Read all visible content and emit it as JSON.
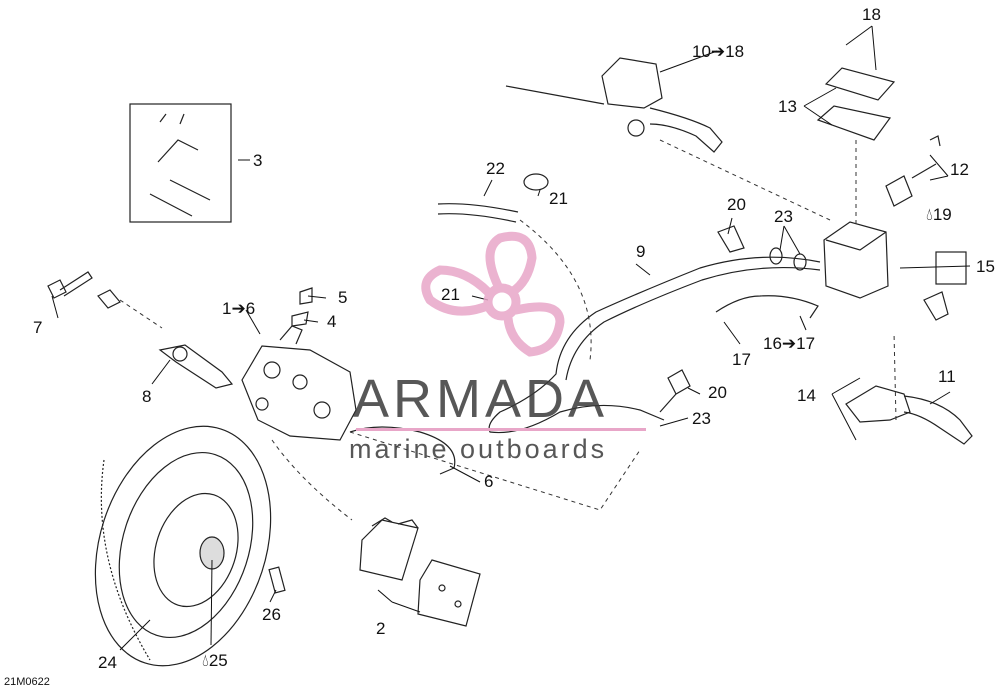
{
  "diagram": {
    "callouts": {
      "c1": "1➔6",
      "c2": "2",
      "c3": "3",
      "c4": "4",
      "c5": "5",
      "c6": "6",
      "c7": "7",
      "c8": "8",
      "c9": "9",
      "c10": "10➔18",
      "c11": "11",
      "c12": "12",
      "c13": "13",
      "c14": "14",
      "c15": "15",
      "c16": "16➔17",
      "c17": "17",
      "c18": "18",
      "c19": "19",
      "c20a": "20",
      "c20b": "20",
      "c21a": "21",
      "c21b": "21",
      "c22": "22",
      "c23a": "23",
      "c23b": "23",
      "c24": "24",
      "c25": "25",
      "c26": "26"
    },
    "figure_code": "21M0622"
  },
  "watermark": {
    "title": "ARMADA",
    "subtitle": "marine outboards",
    "accent_color": "#e8a6c8"
  }
}
